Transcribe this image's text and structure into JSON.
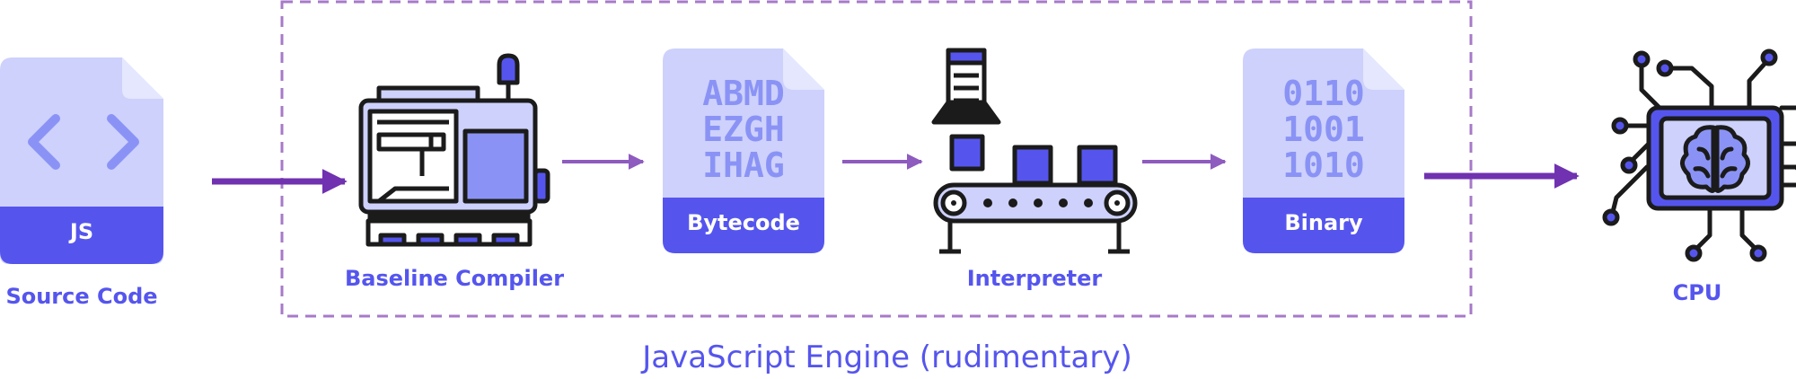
{
  "nodes": {
    "source": {
      "label": "Source Code",
      "badge": "JS"
    },
    "compiler": {
      "label": "Baseline Compiler"
    },
    "bytecode": {
      "badge": "Bytecode",
      "lines": "ABMD\nEZGH\nIHAG"
    },
    "interpreter": {
      "label": "Interpreter"
    },
    "binary": {
      "badge": "Binary",
      "lines": "0110\n1001\n1010"
    },
    "cpu": {
      "label": "CPU"
    }
  },
  "engine": {
    "caption": "JavaScript Engine (rudimentary)"
  },
  "colors": {
    "primary": "#5555ee",
    "doc_light": "#cdd1fb",
    "doc_fold": "#e4e7fd",
    "accent_fill": "#8a93f5",
    "arrow": "#8e5bbf",
    "arrow_strong": "#7032b0",
    "outline": "#1b1b1b",
    "dashed_border": "#a77ac8"
  }
}
